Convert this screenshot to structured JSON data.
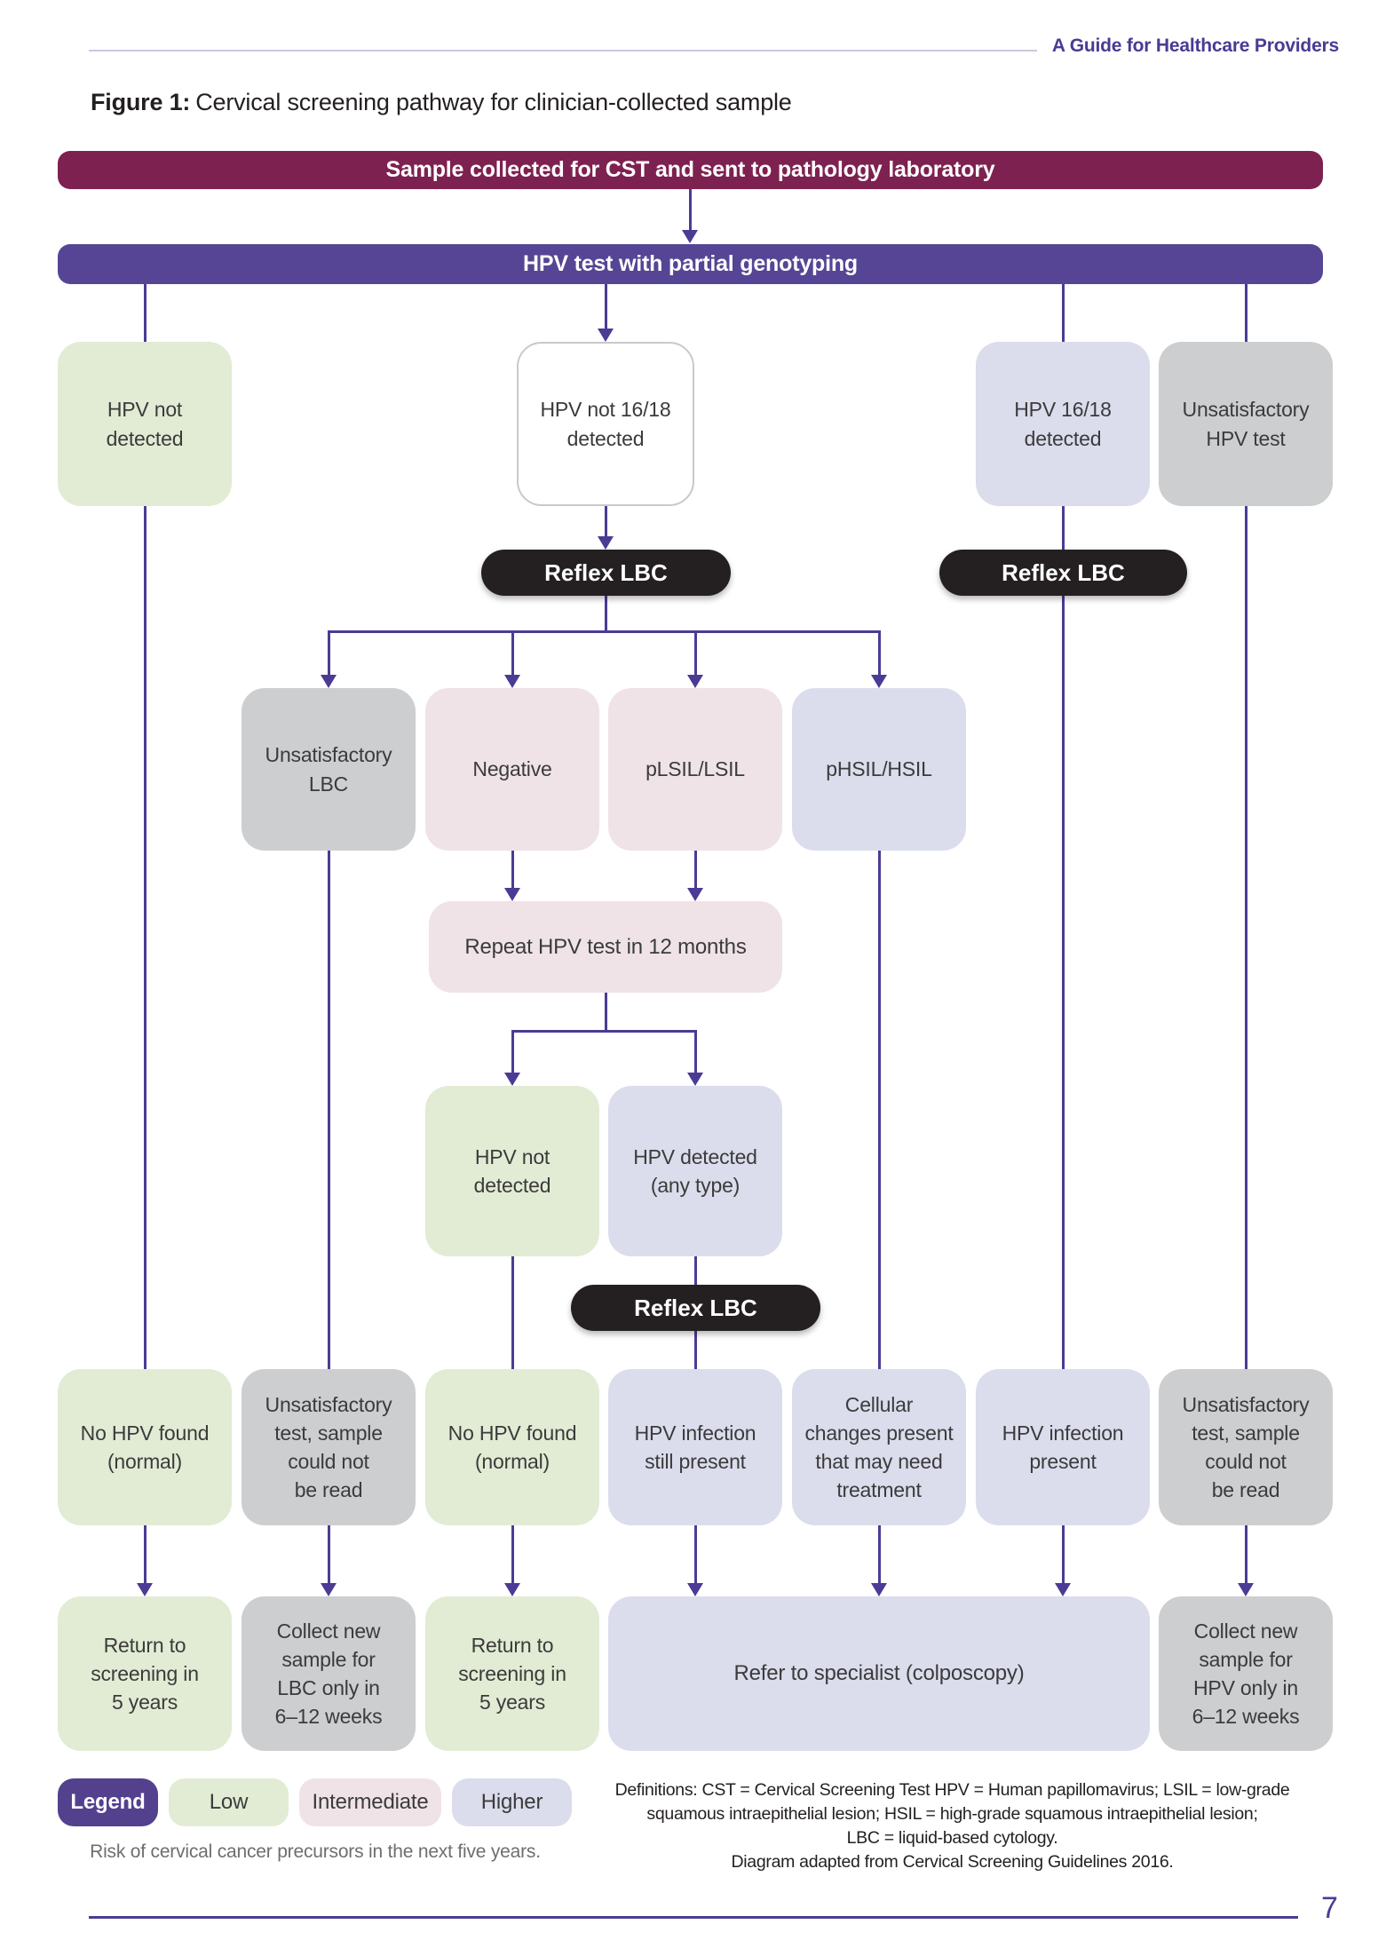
{
  "page": {
    "header_title": "A Guide for Healthcare Providers",
    "figure_label": "Figure 1:",
    "figure_title": "Cervical screening pathway for clinician-collected sample",
    "page_number": "7"
  },
  "banners": {
    "top": "Sample collected for CST and sent to pathology laboratory",
    "second": "HPV test with partial genotyping"
  },
  "pills": {
    "reflex_lbc": "Reflex LBC"
  },
  "nodes": {
    "row1": [
      {
        "label": "HPV not\ndetected",
        "risk": "low"
      },
      {
        "label": "HPV not 16/18\ndetected",
        "risk": "none"
      },
      {
        "label": "HPV 16/18\ndetected",
        "risk": "higher"
      },
      {
        "label": "Unsatisfactory\nHPV test",
        "risk": "unsatisfactory"
      }
    ],
    "row2": [
      {
        "label": "Unsatisfactory\nLBC",
        "risk": "unsatisfactory"
      },
      {
        "label": "Negative",
        "risk": "intermediate"
      },
      {
        "label": "pLSIL/LSIL",
        "risk": "intermediate"
      },
      {
        "label": "pHSIL/HSIL",
        "risk": "higher"
      }
    ],
    "repeat": {
      "label": "Repeat HPV test in 12 months",
      "risk": "intermediate"
    },
    "row3": [
      {
        "label": "HPV not\ndetected",
        "risk": "low"
      },
      {
        "label": "HPV detected\n(any type)",
        "risk": "higher"
      }
    ],
    "outcomes": [
      {
        "label": "No HPV found\n(normal)",
        "risk": "low"
      },
      {
        "label": "Unsatisfactory\ntest, sample\ncould not\nbe read",
        "risk": "unsatisfactory"
      },
      {
        "label": "No HPV found\n(normal)",
        "risk": "low"
      },
      {
        "label": "HPV infection\nstill present",
        "risk": "higher"
      },
      {
        "label": "Cellular\nchanges present\nthat may need\ntreatment",
        "risk": "higher"
      },
      {
        "label": "HPV infection\npresent",
        "risk": "higher"
      },
      {
        "label": "Unsatisfactory\ntest, sample\ncould not\nbe read",
        "risk": "unsatisfactory"
      }
    ],
    "actions": [
      {
        "label": "Return to\nscreening in\n5 years",
        "risk": "low"
      },
      {
        "label": "Collect new\nsample for\nLBC only in\n6–12 weeks",
        "risk": "unsatisfactory"
      },
      {
        "label": "Return to\nscreening in\n5 years",
        "risk": "low"
      },
      {
        "label": "Refer to specialist (colposcopy)",
        "risk": "higher"
      },
      {
        "label": "Collect new\nsample for\nHPV only in\n6–12 weeks",
        "risk": "unsatisfactory"
      }
    ]
  },
  "legend": {
    "title": "Legend",
    "items": [
      {
        "label": "Low",
        "risk": "low"
      },
      {
        "label": "Intermediate",
        "risk": "intermediate"
      },
      {
        "label": "Higher",
        "risk": "higher"
      }
    ],
    "caption": "Risk of cervical cancer precursors in the next five years."
  },
  "definitions": {
    "lines": [
      "Definitions: CST = Cervical Screening Test HPV = Human papillomavirus; LSIL = low-grade",
      "squamous intraepithelial lesion; HSIL = high-grade squamous intraepithelial lesion;",
      "LBC = liquid-based cytology.",
      "Diagram adapted from Cervical Screening Guidelines 2016."
    ]
  },
  "colors": {
    "maroon": "#7d2150",
    "purple_banner": "#564594",
    "connector": "#4c3b94",
    "low_green": "#e2ecd4",
    "intermediate_pink": "#efe3e8",
    "higher_lavender": "#dbddec",
    "unsatisfactory_gray": "#cdced0",
    "reflex_black": "#242021",
    "legend_purple": "#53418e",
    "header_purple": "#4a3a94",
    "header_rule": "#cdc7de",
    "text_dark": "#3b3b3c",
    "muted_gray": "#6d6e71"
  }
}
